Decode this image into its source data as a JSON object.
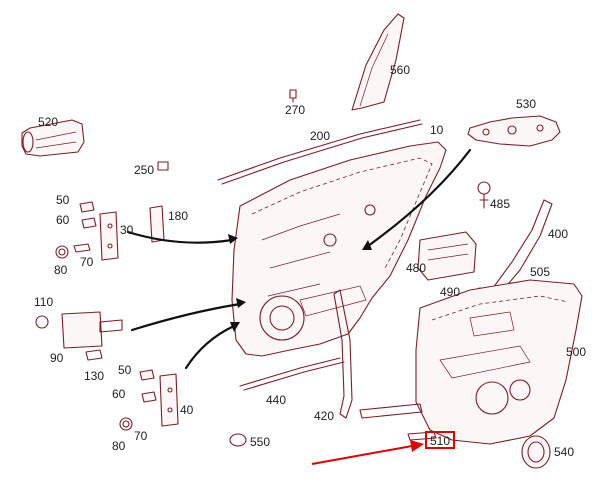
{
  "labels": {
    "p560": "560",
    "p270": "270",
    "p520": "520",
    "p530": "530",
    "p200": "200",
    "p10": "10",
    "p250": "250",
    "p50a": "50",
    "p60a": "60",
    "p80a": "80",
    "p70a": "70",
    "p30": "30",
    "p180": "180",
    "p485": "485",
    "p400": "400",
    "p480": "480",
    "p505": "505",
    "p490": "490",
    "p110": "110",
    "p90": "90",
    "p130": "130",
    "p500": "500",
    "p50b": "50",
    "p60b": "60",
    "p70b": "70",
    "p80b": "80",
    "p40": "40",
    "p440": "440",
    "p420": "420",
    "p550": "550",
    "p510": "510",
    "p540": "540"
  },
  "highlight": {
    "part": "510",
    "color": "#e00000"
  },
  "colors": {
    "line_art": "#7a1f2b",
    "leader": "#111111",
    "text": "#222222"
  }
}
